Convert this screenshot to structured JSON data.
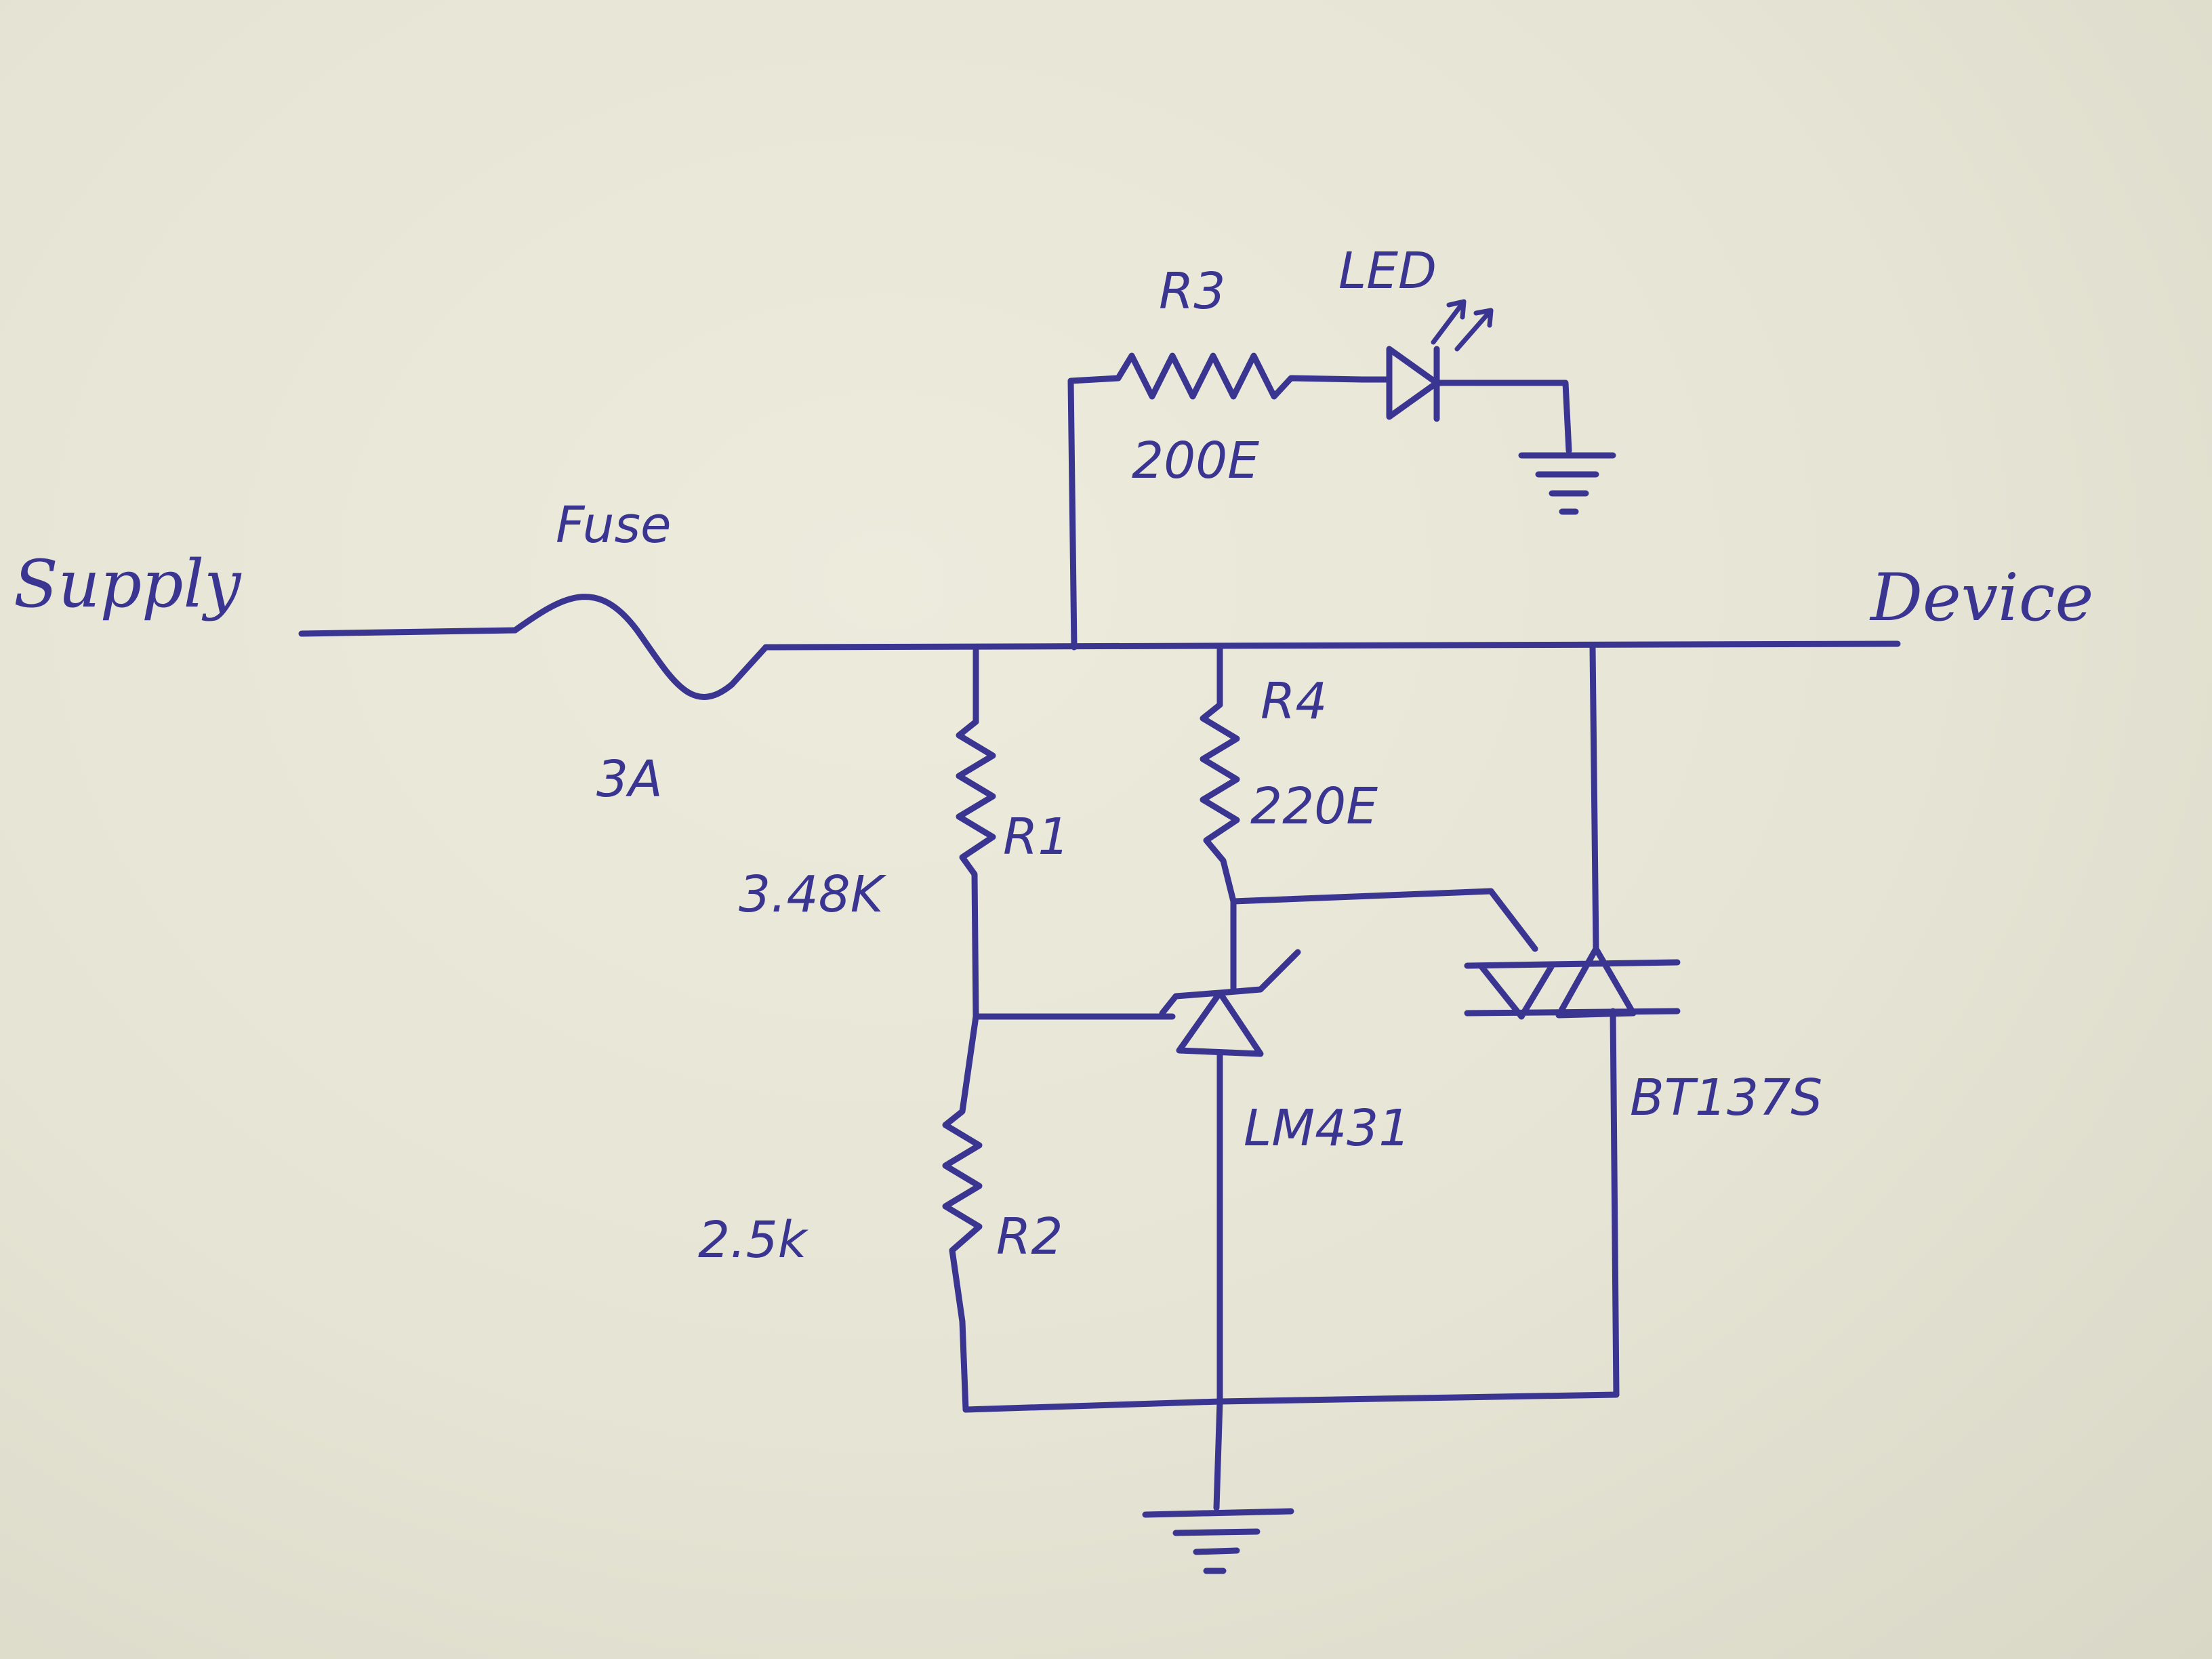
{
  "colors": {
    "ink": "#3b3592",
    "paper": "#e6e4d4"
  },
  "labels": {
    "supply": "Supply",
    "fuse": "Fuse",
    "fuse_rating": "3A",
    "device": "Device",
    "r3": "R3",
    "r3_value": "200E",
    "led": "LED",
    "r1": "R1",
    "r1_value": "3.48K",
    "r2": "R2",
    "r2_value": "2.5k",
    "r4": "R4",
    "r4_value": "220E",
    "shunt_regulator": "LM431",
    "triac": "BT137S"
  }
}
